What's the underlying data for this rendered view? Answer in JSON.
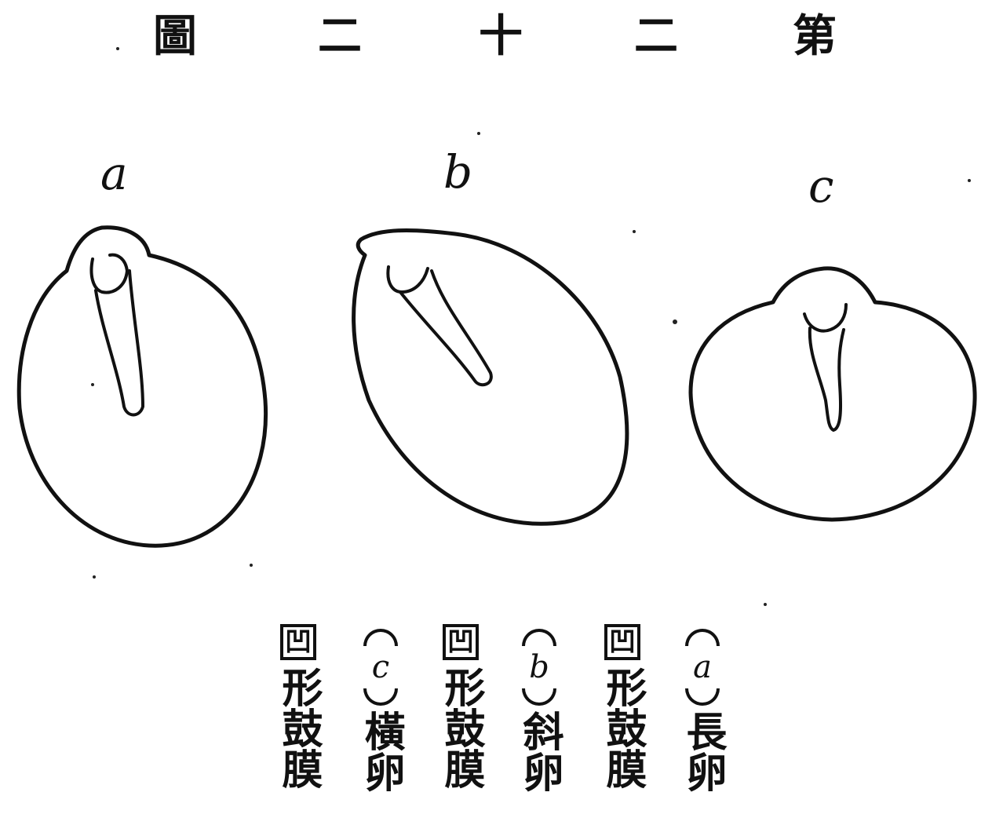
{
  "title": {
    "chars": [
      "圖",
      "二",
      "十",
      "二",
      "第"
    ]
  },
  "figures": [
    {
      "letter": "a"
    },
    {
      "letter": "b"
    },
    {
      "letter": "c"
    }
  ],
  "captions": [
    {
      "bracket": "凹",
      "text": "形鼓膜"
    },
    {
      "paren": "c",
      "text": "橫卵"
    },
    {
      "bracket": "凹",
      "text": "形鼓膜"
    },
    {
      "paren": "b",
      "text": "斜卵"
    },
    {
      "bracket": "凹",
      "text": "形鼓膜"
    },
    {
      "paren": "a",
      "text": "長卵"
    }
  ]
}
